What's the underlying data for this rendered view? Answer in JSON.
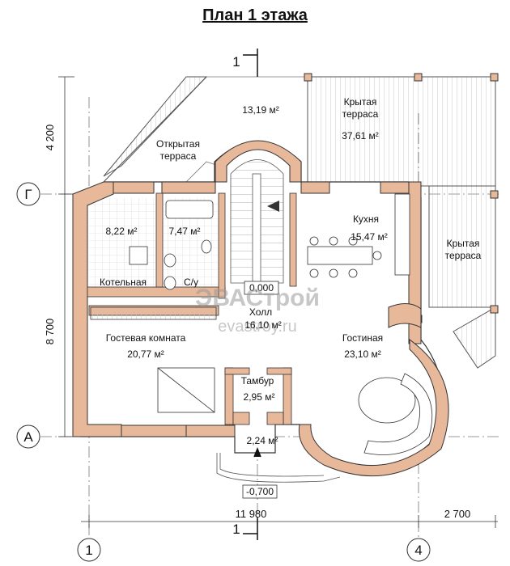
{
  "title": "План 1 этажа",
  "section_marks": {
    "top": "1",
    "bottom": "1"
  },
  "axes": {
    "left_g": "Г",
    "left_a": "А",
    "bottom_1": "1",
    "bottom_4": "4"
  },
  "dimensions": {
    "left_top": "4 200",
    "left_main": "8 700",
    "bottom_main": "11 980",
    "bottom_right": "2 700"
  },
  "levels": {
    "floor": "0,000",
    "entrance": "-0,700"
  },
  "rooms": {
    "open_terrace_area": "13,19 м²",
    "open_terrace_name_1": "Открытая",
    "open_terrace_name_2": "терраса",
    "covered_terrace_top_1": "Крытая",
    "covered_terrace_top_2": "терраса",
    "covered_terrace_top_area": "37,61 м²",
    "covered_terrace_right_1": "Крытая",
    "covered_terrace_right_2": "терраса",
    "boiler_area": "8,22 м²",
    "bath_area": "7,47 м²",
    "boiler_name": "Котельная",
    "bath_name": "С/у",
    "kitchen_name": "Кухня",
    "kitchen_area": "15,47 м²",
    "hall_name": "Холл",
    "hall_area": "16,10 м²",
    "guest_name": "Гостевая комната",
    "guest_area": "20,77 м²",
    "living_name": "Гостиная",
    "living_area": "23,10 м²",
    "tambour_name": "Тамбур",
    "tambour_area": "2,95 м²",
    "porch_area": "2,24 м²"
  },
  "watermark": {
    "brand": "ЭВАСтрой",
    "site": "evastroy.ru"
  },
  "colors": {
    "wall": "#e8b89a",
    "wall_stroke": "#333333",
    "hatch": "#bbbbbb",
    "axis_line": "#666666"
  }
}
